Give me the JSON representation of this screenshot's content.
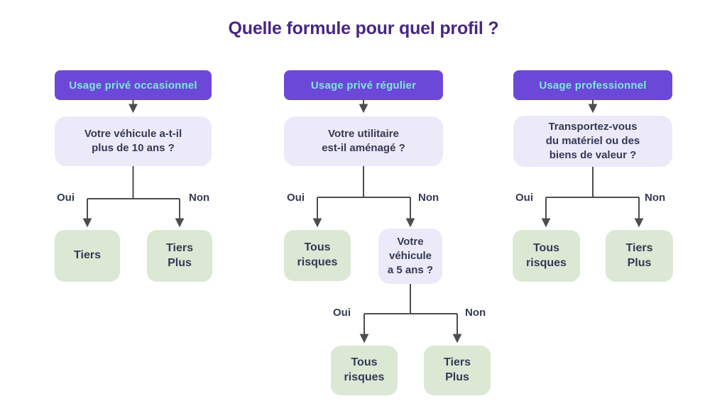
{
  "title": "Quelle formule pour quel profil ?",
  "colors": {
    "header_bg": "#6b48d8",
    "header_text": "#7de8d6",
    "question_bg": "#ece9f8",
    "result_bg": "#dbe8d4",
    "text_dark": "#333a56",
    "title": "#482683",
    "connector": "#4d4d4d",
    "page_bg": "#ffffff"
  },
  "flows": [
    {
      "header": "Usage privé occasionnel",
      "question": "Votre véhicule a-t-il\nplus de 10 ans ?",
      "oui": "Oui",
      "non": "Non",
      "oui_result": "Tiers",
      "non_result": "Tiers\nPlus"
    },
    {
      "header": "Usage privé régulier",
      "question": "Votre utilitaire\nest-il aménagé ?",
      "oui": "Oui",
      "non": "Non",
      "oui_result": "Tous\nrisques",
      "non_question": "Votre\nvéhicule\na 5 ans ?",
      "sub": {
        "oui": "Oui",
        "non": "Non",
        "oui_result": "Tous\nrisques",
        "non_result": "Tiers\nPlus"
      }
    },
    {
      "header": "Usage professionnel",
      "question": "Transportez-vous\ndu matériel ou des\nbiens de valeur ?",
      "oui": "Oui",
      "non": "Non",
      "oui_result": "Tous\nrisques",
      "non_result": "Tiers\nPlus"
    }
  ]
}
